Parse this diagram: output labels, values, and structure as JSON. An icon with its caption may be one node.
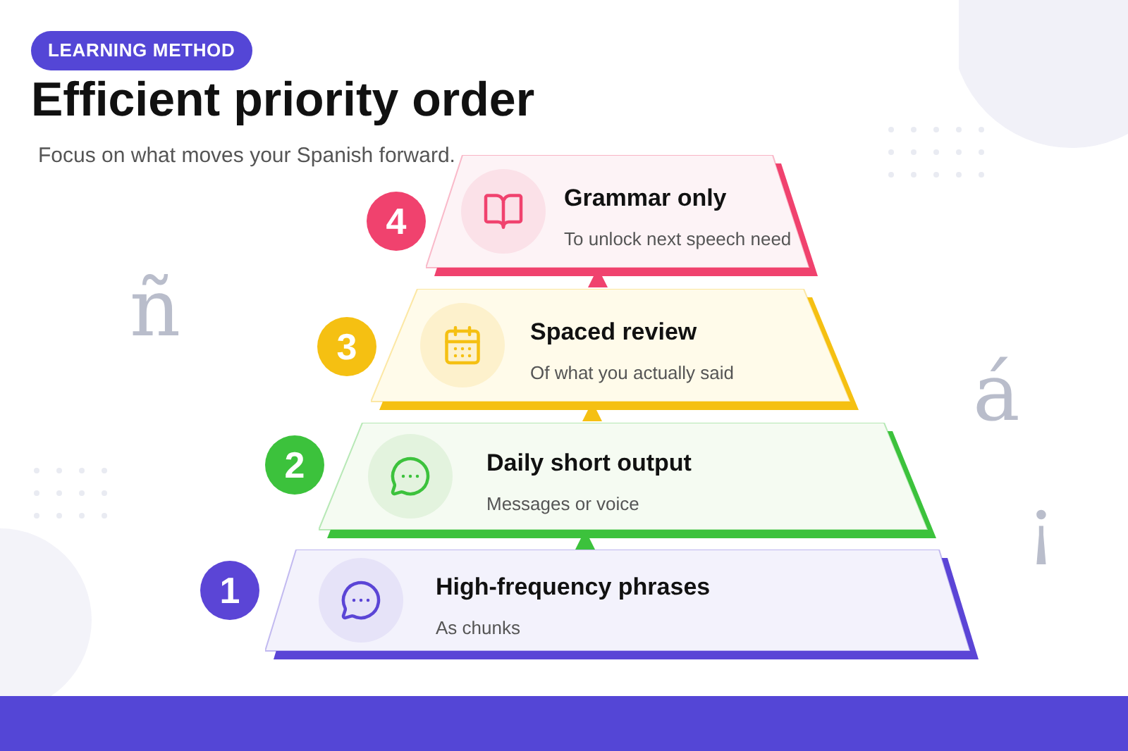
{
  "diagram": {
    "title": "Efficient priority order",
    "nodes": [
      {
        "text": [
          "Grammar only",
          "To unlock next speech need"
        ],
        "beside": [
          "4"
        ]
      },
      {
        "text": [
          "Spaced review",
          "Of what you actually said"
        ],
        "beside": [
          "3"
        ]
      },
      {
        "text": [
          "Daily short output",
          "Messages or voice"
        ],
        "beside": [
          "2"
        ]
      },
      {
        "text": [
          "High-frequency phrases",
          "As chunks"
        ],
        "beside": [
          "1"
        ]
      }
    ],
    "edges": [
      {
        "from": 3,
        "to": 2,
        "arrow": "to",
        "color": "#3cc23c"
      },
      {
        "from": 2,
        "to": 1,
        "arrow": "to",
        "color": "#f5c012"
      },
      {
        "from": 1,
        "to": 0,
        "arrow": "to",
        "color": "#f0426e"
      }
    ],
    "labels": [
      "LEARNING METHOD",
      "Focus on what moves your Spanish forward.",
      "ñ",
      "á",
      "¡"
    ]
  }
}
